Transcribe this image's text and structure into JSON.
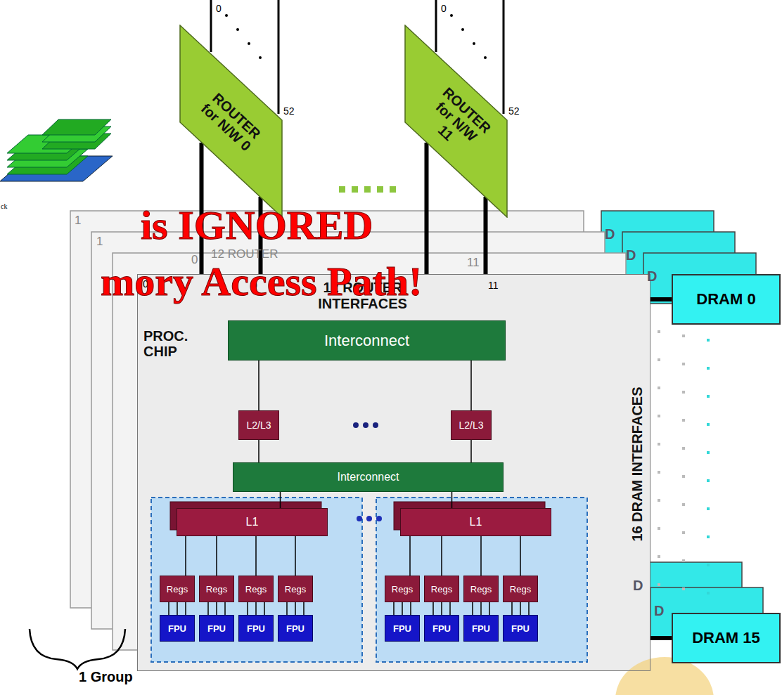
{
  "diagram": {
    "nodes": [
      {
        "text": [
          "ROUTER for N/W 0"
        ]
      },
      {
        "text": [
          "ROUTER for N/W 11"
        ]
      },
      {
        "text": [
          "PROC. CHIP"
        ]
      },
      {
        "text": [
          "Interconnect"
        ],
        "in": 2
      },
      {
        "text": [
          "L2/L3"
        ],
        "in": 2
      },
      {
        "text": [
          "L2/L3"
        ],
        "in": 2
      },
      {
        "text": [
          "Interconnect"
        ],
        "in": 2
      },
      {
        "text": [
          "L1"
        ],
        "in": 2
      },
      {
        "text": [
          "L1"
        ],
        "in": 2
      },
      {
        "text": [
          "Regs"
        ],
        "in": 2
      },
      {
        "text": [
          "Regs"
        ],
        "in": 2
      },
      {
        "text": [
          "Regs"
        ],
        "in": 2
      },
      {
        "text": [
          "Regs"
        ],
        "in": 2
      },
      {
        "text": [
          "FPU"
        ],
        "in": 2
      },
      {
        "text": [
          "FPU"
        ],
        "in": 2
      },
      {
        "text": [
          "FPU"
        ],
        "in": 2
      },
      {
        "text": [
          "FPU"
        ],
        "in": 2
      },
      {
        "text": [
          "Regs"
        ],
        "in": 2
      },
      {
        "text": [
          "Regs"
        ],
        "in": 2
      },
      {
        "text": [
          "Regs"
        ],
        "in": 2
      },
      {
        "text": [
          "Regs"
        ],
        "in": 2
      },
      {
        "text": [
          "FPU"
        ],
        "in": 2
      },
      {
        "text": [
          "FPU"
        ],
        "in": 2
      },
      {
        "text": [
          "FPU"
        ],
        "in": 2
      },
      {
        "text": [
          "FPU"
        ],
        "in": 2
      },
      {
        "text": [
          "DRAM 0"
        ]
      },
      {
        "text": [
          "DRAM 15"
        ]
      }
    ],
    "edges": [
      {
        "from": 0,
        "to": 2,
        "arrow": "none"
      },
      {
        "from": 1,
        "to": 2,
        "arrow": "none"
      },
      {
        "from": 3,
        "to": 4,
        "arrow": "none"
      },
      {
        "from": 3,
        "to": 5,
        "arrow": "none"
      },
      {
        "from": 4,
        "to": 6,
        "arrow": "none"
      },
      {
        "from": 5,
        "to": 6,
        "arrow": "none"
      },
      {
        "from": 6,
        "to": 7,
        "arrow": "none"
      },
      {
        "from": 6,
        "to": 8,
        "arrow": "none"
      },
      {
        "from": 7,
        "to": 9,
        "arrow": "none"
      },
      {
        "from": 7,
        "to": 10,
        "arrow": "none"
      },
      {
        "from": 7,
        "to": 11,
        "arrow": "none"
      },
      {
        "from": 7,
        "to": 12,
        "arrow": "none"
      },
      {
        "from": 8,
        "to": 17,
        "arrow": "none"
      },
      {
        "from": 8,
        "to": 18,
        "arrow": "none"
      },
      {
        "from": 8,
        "to": 19,
        "arrow": "none"
      },
      {
        "from": 8,
        "to": 20,
        "arrow": "none"
      },
      {
        "from": 9,
        "to": 13,
        "arrow": "none"
      },
      {
        "from": 10,
        "to": 14,
        "arrow": "none"
      },
      {
        "from": 11,
        "to": 15,
        "arrow": "none"
      },
      {
        "from": 12,
        "to": 16,
        "arrow": "none"
      },
      {
        "from": 17,
        "to": 21,
        "arrow": "none"
      },
      {
        "from": 18,
        "to": 22,
        "arrow": "none"
      },
      {
        "from": 19,
        "to": 23,
        "arrow": "none"
      },
      {
        "from": 20,
        "to": 24,
        "arrow": "none"
      },
      {
        "from": 25,
        "to": 2,
        "arrow": "none"
      },
      {
        "from": 26,
        "to": 2,
        "arrow": "none"
      }
    ],
    "labels": [
      "is IGNORED",
      "mory Access Path!",
      "0",
      "52",
      "0",
      "52",
      "12 ROUTER INTERFACES",
      "0",
      "0",
      "11",
      "12 ROUTER",
      "1",
      "1",
      "0",
      "11",
      "16 DRAM INTERFACES",
      "D",
      "D",
      "D",
      "D",
      "D",
      "1 Group",
      "ck"
    ]
  }
}
